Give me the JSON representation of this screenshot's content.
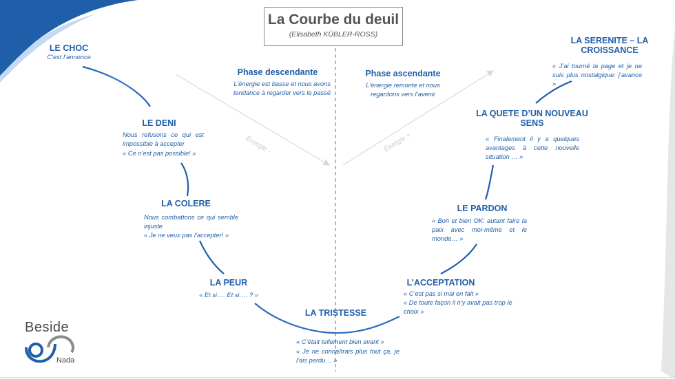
{
  "title": "La Courbe du deuil",
  "subtitle": "(Elisabeth KÜBLER-ROSS)",
  "phases": {
    "descending": {
      "title": "Phase descendante",
      "text": "L’énergie est basse et nous avons tendance à regarder vers le passé"
    },
    "ascending": {
      "title": "Phase ascendante",
      "text": "L’énergie remonte et nous regardons vers l’avenir"
    }
  },
  "energy": {
    "minus": "Énergie -",
    "plus": "Énergie +"
  },
  "stages": {
    "choc": {
      "title": "LE CHOC",
      "lines": [
        "C’est l’annonce"
      ]
    },
    "deni": {
      "title": "LE DENI",
      "lines": [
        "Nous refusons ce qui est impossible à accepter",
        "« Ce n’est pas possible! »"
      ]
    },
    "colere": {
      "title": "LA COLERE",
      "lines": [
        "Nous combattons ce qui semble injuste",
        "« Je ne veux pas l’accepter! »"
      ]
    },
    "peur": {
      "title": "LA PEUR",
      "lines": [
        "« Et si…. Et si…. ? »"
      ]
    },
    "tristesse": {
      "title": "LA TRISTESSE",
      "lines": [
        "« C’était tellement bien avant »",
        "« Je ne connaîtrais plus tout ça, je l’ais perdu… »"
      ]
    },
    "acceptation": {
      "title": "L’ACCEPTATION",
      "lines": [
        "« C’est pas si mal en fait »",
        "« De toute façon il n’y avait pas trop le choix »"
      ]
    },
    "pardon": {
      "title": "LE PARDON",
      "lines": [
        "« Bon et bien OK: autant faire la paix avec moi-même et le monde… »"
      ]
    },
    "quete": {
      "title": "LA QUETE D’UN NOUVEAU SENS",
      "lines": [
        "« Finalement il y a quelques avantages à cette nouvelle situation … »"
      ]
    },
    "serenite": {
      "title": "LA SERENITE – LA CROISSANCE",
      "lines": [
        "« J’ai tourné la page et je ne suis plus nostalgique: j’avance »"
      ]
    }
  },
  "logo": {
    "name": "Beside",
    "sub": "Nada"
  },
  "colors": {
    "accent": "#1f5ea8",
    "title": "#555555",
    "energy_arrow": "#d9d9d9",
    "divider": "#7fa7d9"
  }
}
